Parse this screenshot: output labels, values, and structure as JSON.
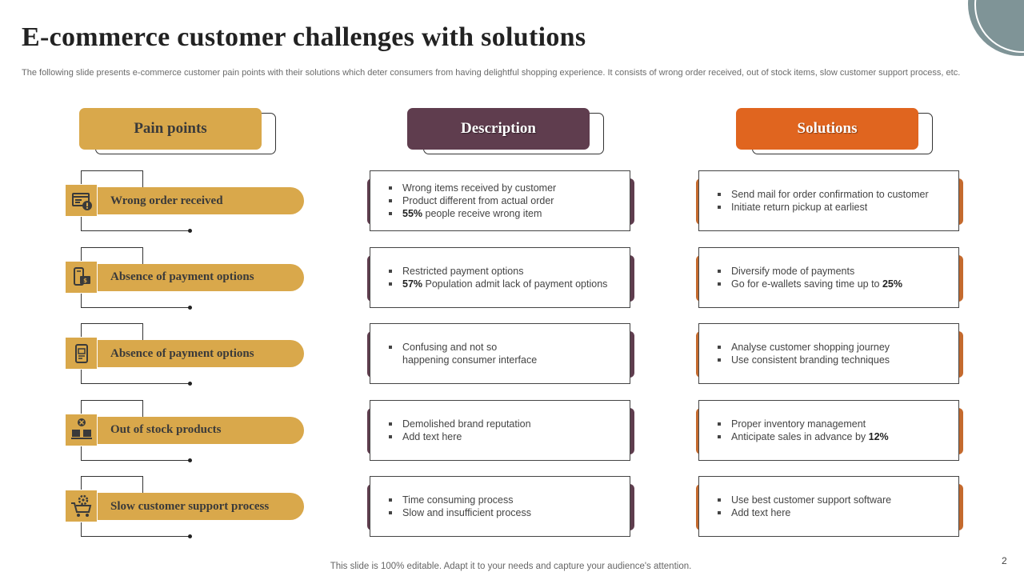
{
  "slide": {
    "title": "E-commerce customer challenges with solutions",
    "subtitle": "The following slide presents e-commerce customer pain points with their solutions which deter consumers from having delightful shopping experience. It consists of wrong order received, out of stock items, slow customer support process, etc.",
    "footer": "This slide is 100% editable. Adapt it to your needs and capture your audience's attention.",
    "page_number": "2"
  },
  "headers": {
    "pain": "Pain points",
    "description": "Description",
    "solutions": "Solutions"
  },
  "colors": {
    "gold": "#d9a84b",
    "plum": "#5f3d4e",
    "orange": "#e0651f",
    "slate": "#7f9497"
  },
  "rows": [
    {
      "pain": "Wrong order received",
      "icon": "order-warning-icon",
      "description": [
        "Wrong items received  by customer",
        "Product different  from actual order",
        "55%|  people receive  wrong item"
      ],
      "solutions": [
        "Send mail for order confirmation to customer",
        "Initiate return pickup at earliest"
      ]
    },
    {
      "pain": "Absence of payment  options",
      "icon": "mobile-wallet-icon",
      "description": [
        "Restricted payment options",
        "57%| Population admit lack of payment options"
      ],
      "solutions": [
        "Diversify  mode of payments",
        "Go for e-wallets  saving time up to |25%"
      ]
    },
    {
      "pain": "Absence of payment  options",
      "icon": "phone-card-icon",
      "description": [
        "Confusing and not so",
        "~happening consumer interface"
      ],
      "solutions": [
        "Analyse customer shopping journey",
        "Use consistent branding techniques"
      ]
    },
    {
      "pain": "Out  of stock products",
      "icon": "out-of-stock-icon",
      "description": [
        "Demolished brand reputation",
        "Add text here"
      ],
      "solutions": [
        "Proper inventory  management",
        "Anticipate sales in advance  by |12%"
      ]
    },
    {
      "pain": "Slow  customer  support  process",
      "icon": "cart-gear-icon",
      "description": [
        "Time consuming process",
        "Slow and insufficient process"
      ],
      "solutions": [
        "Use best customer support software",
        "Add text here"
      ]
    }
  ]
}
